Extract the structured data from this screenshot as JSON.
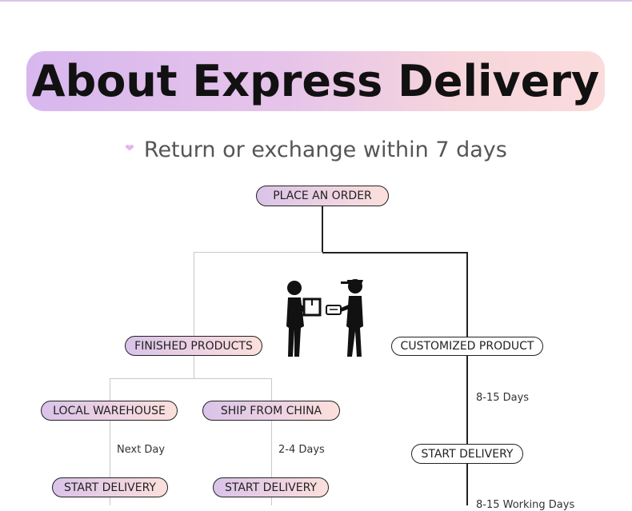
{
  "title": "About Express Delivery",
  "subtitle": "Return or exchange within 7 days",
  "nodes": {
    "place_order": "PLACE AN ORDER",
    "finished_products": "FINISHED PRODUCTS",
    "customized_product": "CUSTOMIZED PRODUCT",
    "local_warehouse": "LOCAL WAREHOUSE",
    "ship_from_china": "SHIP FROM CHINA",
    "start_delivery": "START DELIVERY"
  },
  "durations": {
    "local": "Next Day",
    "china": "2-4 Days",
    "custom": "8-15 Days",
    "custom_working": "8-15 Working Days"
  },
  "colors": {
    "banner_start": "#d7b7ee",
    "banner_end": "#fbdcdc",
    "node_gradient_start": "#d9c3e8",
    "node_gradient_end": "#fbe0dc"
  },
  "icons": [
    "heart-icon",
    "delivery-handover-icon"
  ]
}
